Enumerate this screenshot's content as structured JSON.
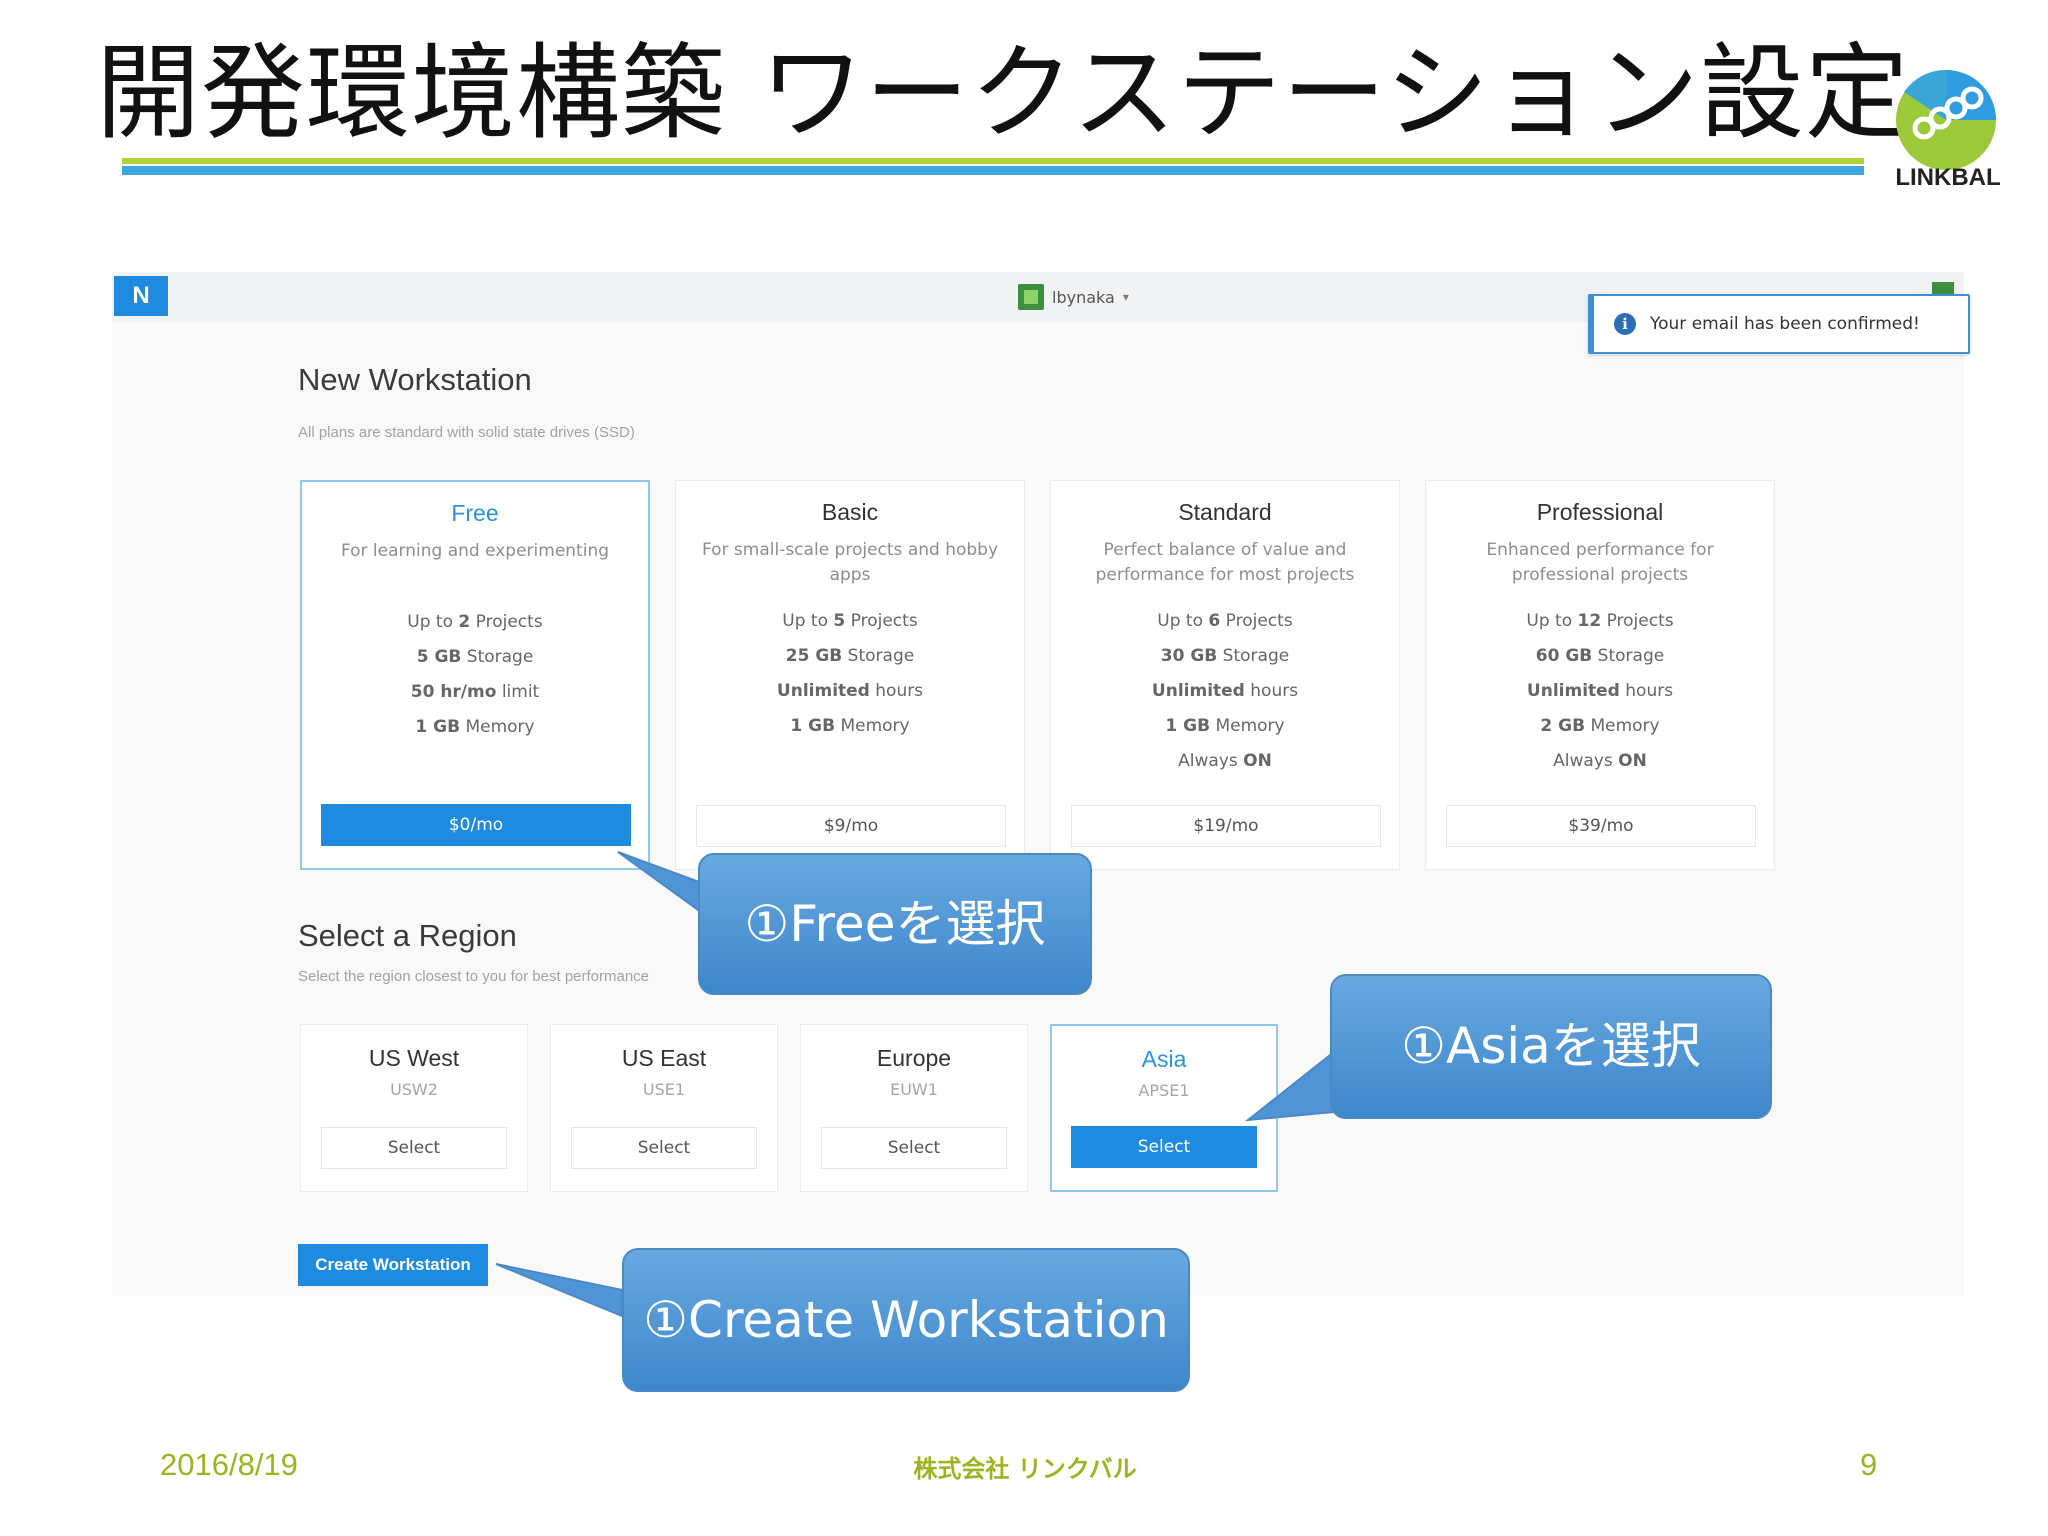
{
  "slide": {
    "title": "開発環境構築 ワークステーション設定",
    "logo_text": "LINKBAL",
    "footer_date": "2016/8/19",
    "footer_company": "株式会社 リンクバル",
    "page_number": "9"
  },
  "app": {
    "brand_letter": "N",
    "user_name": "lbynaka",
    "user_caret": "▾",
    "toast_icon": "i",
    "toast_message": "Your email has been confirmed!",
    "workstation_title": "New Workstation",
    "workstation_subtitle": "All plans are standard with solid state drives (SSD)",
    "plans": [
      {
        "name": "Free",
        "description": "For learning and experimenting",
        "features": [
          [
            "Up to ",
            "2",
            " Projects"
          ],
          [
            "",
            "5 GB",
            " Storage"
          ],
          [
            "",
            "50 hr/mo",
            " limit"
          ],
          [
            "",
            "1 GB",
            " Memory"
          ]
        ],
        "price": "$0/mo",
        "selected": true
      },
      {
        "name": "Basic",
        "description": "For small-scale projects and hobby apps",
        "features": [
          [
            "Up to ",
            "5",
            " Projects"
          ],
          [
            "",
            "25 GB",
            " Storage"
          ],
          [
            "",
            "Unlimited",
            " hours"
          ],
          [
            "",
            "1 GB",
            " Memory"
          ]
        ],
        "price": "$9/mo",
        "selected": false
      },
      {
        "name": "Standard",
        "description": "Perfect balance of value and performance for most projects",
        "features": [
          [
            "Up to ",
            "6",
            " Projects"
          ],
          [
            "",
            "30 GB",
            " Storage"
          ],
          [
            "",
            "Unlimited",
            " hours"
          ],
          [
            "",
            "1 GB",
            " Memory"
          ],
          [
            "Always ",
            "ON",
            ""
          ]
        ],
        "price": "$19/mo",
        "selected": false
      },
      {
        "name": "Professional",
        "description": "Enhanced performance for professional projects",
        "features": [
          [
            "Up to ",
            "12",
            " Projects"
          ],
          [
            "",
            "60 GB",
            " Storage"
          ],
          [
            "",
            "Unlimited",
            " hours"
          ],
          [
            "",
            "2 GB",
            " Memory"
          ],
          [
            "Always ",
            "ON",
            ""
          ]
        ],
        "price": "$39/mo",
        "selected": false
      }
    ],
    "region_title": "Select a Region",
    "region_subtitle": "Select the region closest to you for best performance",
    "regions": [
      {
        "name": "US West",
        "code": "USW2",
        "button": "Select",
        "selected": false
      },
      {
        "name": "US East",
        "code": "USE1",
        "button": "Select",
        "selected": false
      },
      {
        "name": "Europe",
        "code": "EUW1",
        "button": "Select",
        "selected": false
      },
      {
        "name": "Asia",
        "code": "APSE1",
        "button": "Select",
        "selected": true
      }
    ],
    "create_button": "Create Workstation"
  },
  "callouts": {
    "free": "①Freeを選択",
    "asia": "①Asiaを選択",
    "create": "①Create Workstation"
  },
  "colors": {
    "accent_blue": "#1e8be0",
    "selected_border": "#8ec8ee",
    "callout_blue": "#4f95d6",
    "rule_green": "#b5d13a",
    "rule_blue": "#3fa7e0",
    "footer_green": "#9ab520"
  },
  "icons": {
    "toast": "info-circle-icon",
    "avatar": "user-avatar-icon",
    "logo": "linkbal-logo-icon"
  }
}
